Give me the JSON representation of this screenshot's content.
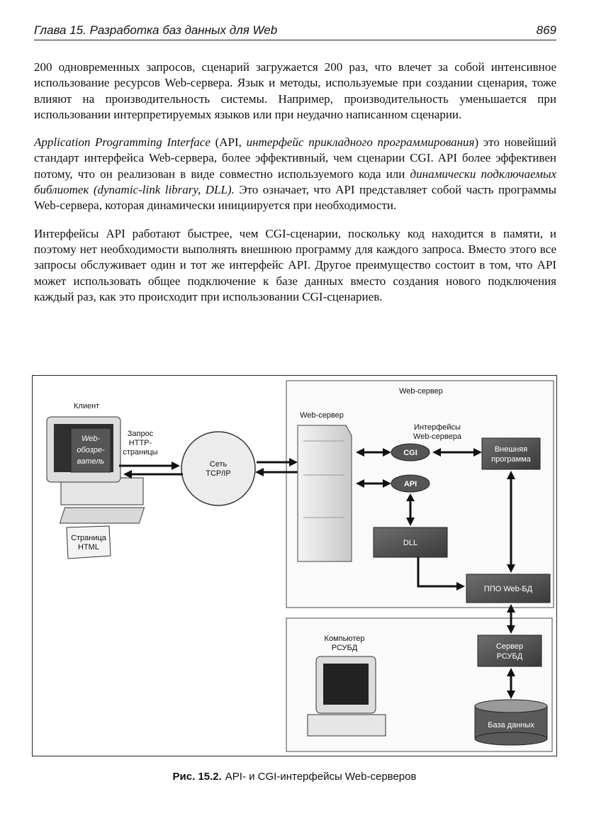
{
  "header": {
    "chapter": "Глава 15. Разработка баз данных для Web",
    "page_number": "869"
  },
  "paragraphs": [
    {
      "segments": [
        {
          "text": "200 одновременных запросов, сценарий загружается 200 раз, что влечет за собой интенсивное использование ресурсов Web-сервера. Язык и методы, используемые при создании сценария, тоже влияют на производительность системы. Например, производительность уменьшается при использовании интерпретируемых языков или при неудачно написанном сценарии.",
          "italic": false
        }
      ]
    },
    {
      "segments": [
        {
          "text": "Application Programming Interface",
          "italic": true
        },
        {
          "text": " (API, ",
          "italic": false
        },
        {
          "text": "интерфейс прикладного программирования",
          "italic": true
        },
        {
          "text": ") это новейший стандарт интерфейса Web-сервера, более эффективный, чем сценарии CGI. API более эффективен потому, что он реализован в виде совместно используемого кода или ",
          "italic": false
        },
        {
          "text": "динамически подключаемых библиотек (dynamic-link library, DLL).",
          "italic": true
        },
        {
          "text": " Это означает, что API представляет собой часть программы Web-сервера, которая динамически инициируется при необходимости.",
          "italic": false
        }
      ]
    },
    {
      "segments": [
        {
          "text": "Интерфейсы API работают быстрее, чем CGI-сценарии, поскольку код находится в памяти, и поэтому нет необходимости выполнять внешнюю программу для каждого запроса. Вместо этого все запросы обслуживает один и тот же интерфейс API. Другое преимущество состоит в том, что API может использовать общее подключение к базе данных вместо создания нового подключения каждый раз, как это происходит при использовании CGI-сценариев.",
          "italic": false
        }
      ]
    }
  ],
  "figure": {
    "labels": {
      "client": "Клиент",
      "browser": [
        "Web-",
        "обозре-",
        "ватель"
      ],
      "request": [
        "Запрос",
        "HTTP-",
        "страницы"
      ],
      "network": [
        "Сеть",
        "TCP/IP"
      ],
      "html_page": [
        "Страница",
        "HTML"
      ],
      "web_server_area": "Web-сервер",
      "web_server": "Web-сервер",
      "interfaces": [
        "Интерфейсы",
        "Web-сервера"
      ],
      "cgi": "CGI",
      "api": "API",
      "external_program": [
        "Внешняя",
        "программа"
      ],
      "dll": "DLL",
      "middleware": "ППО Web-БД",
      "dbms_computer": [
        "Компьютер",
        "РСУБД"
      ],
      "dbms_server": [
        "Сервер",
        "РСУБД"
      ],
      "database": "База данных"
    },
    "colors": {
      "dark_box": "#4a4a4a",
      "line": "#111111",
      "panel_border": "#666666"
    }
  },
  "caption": {
    "label": "Рис. 15.2.",
    "text": "API- и CGI-интерфейсы Web-серверов"
  }
}
